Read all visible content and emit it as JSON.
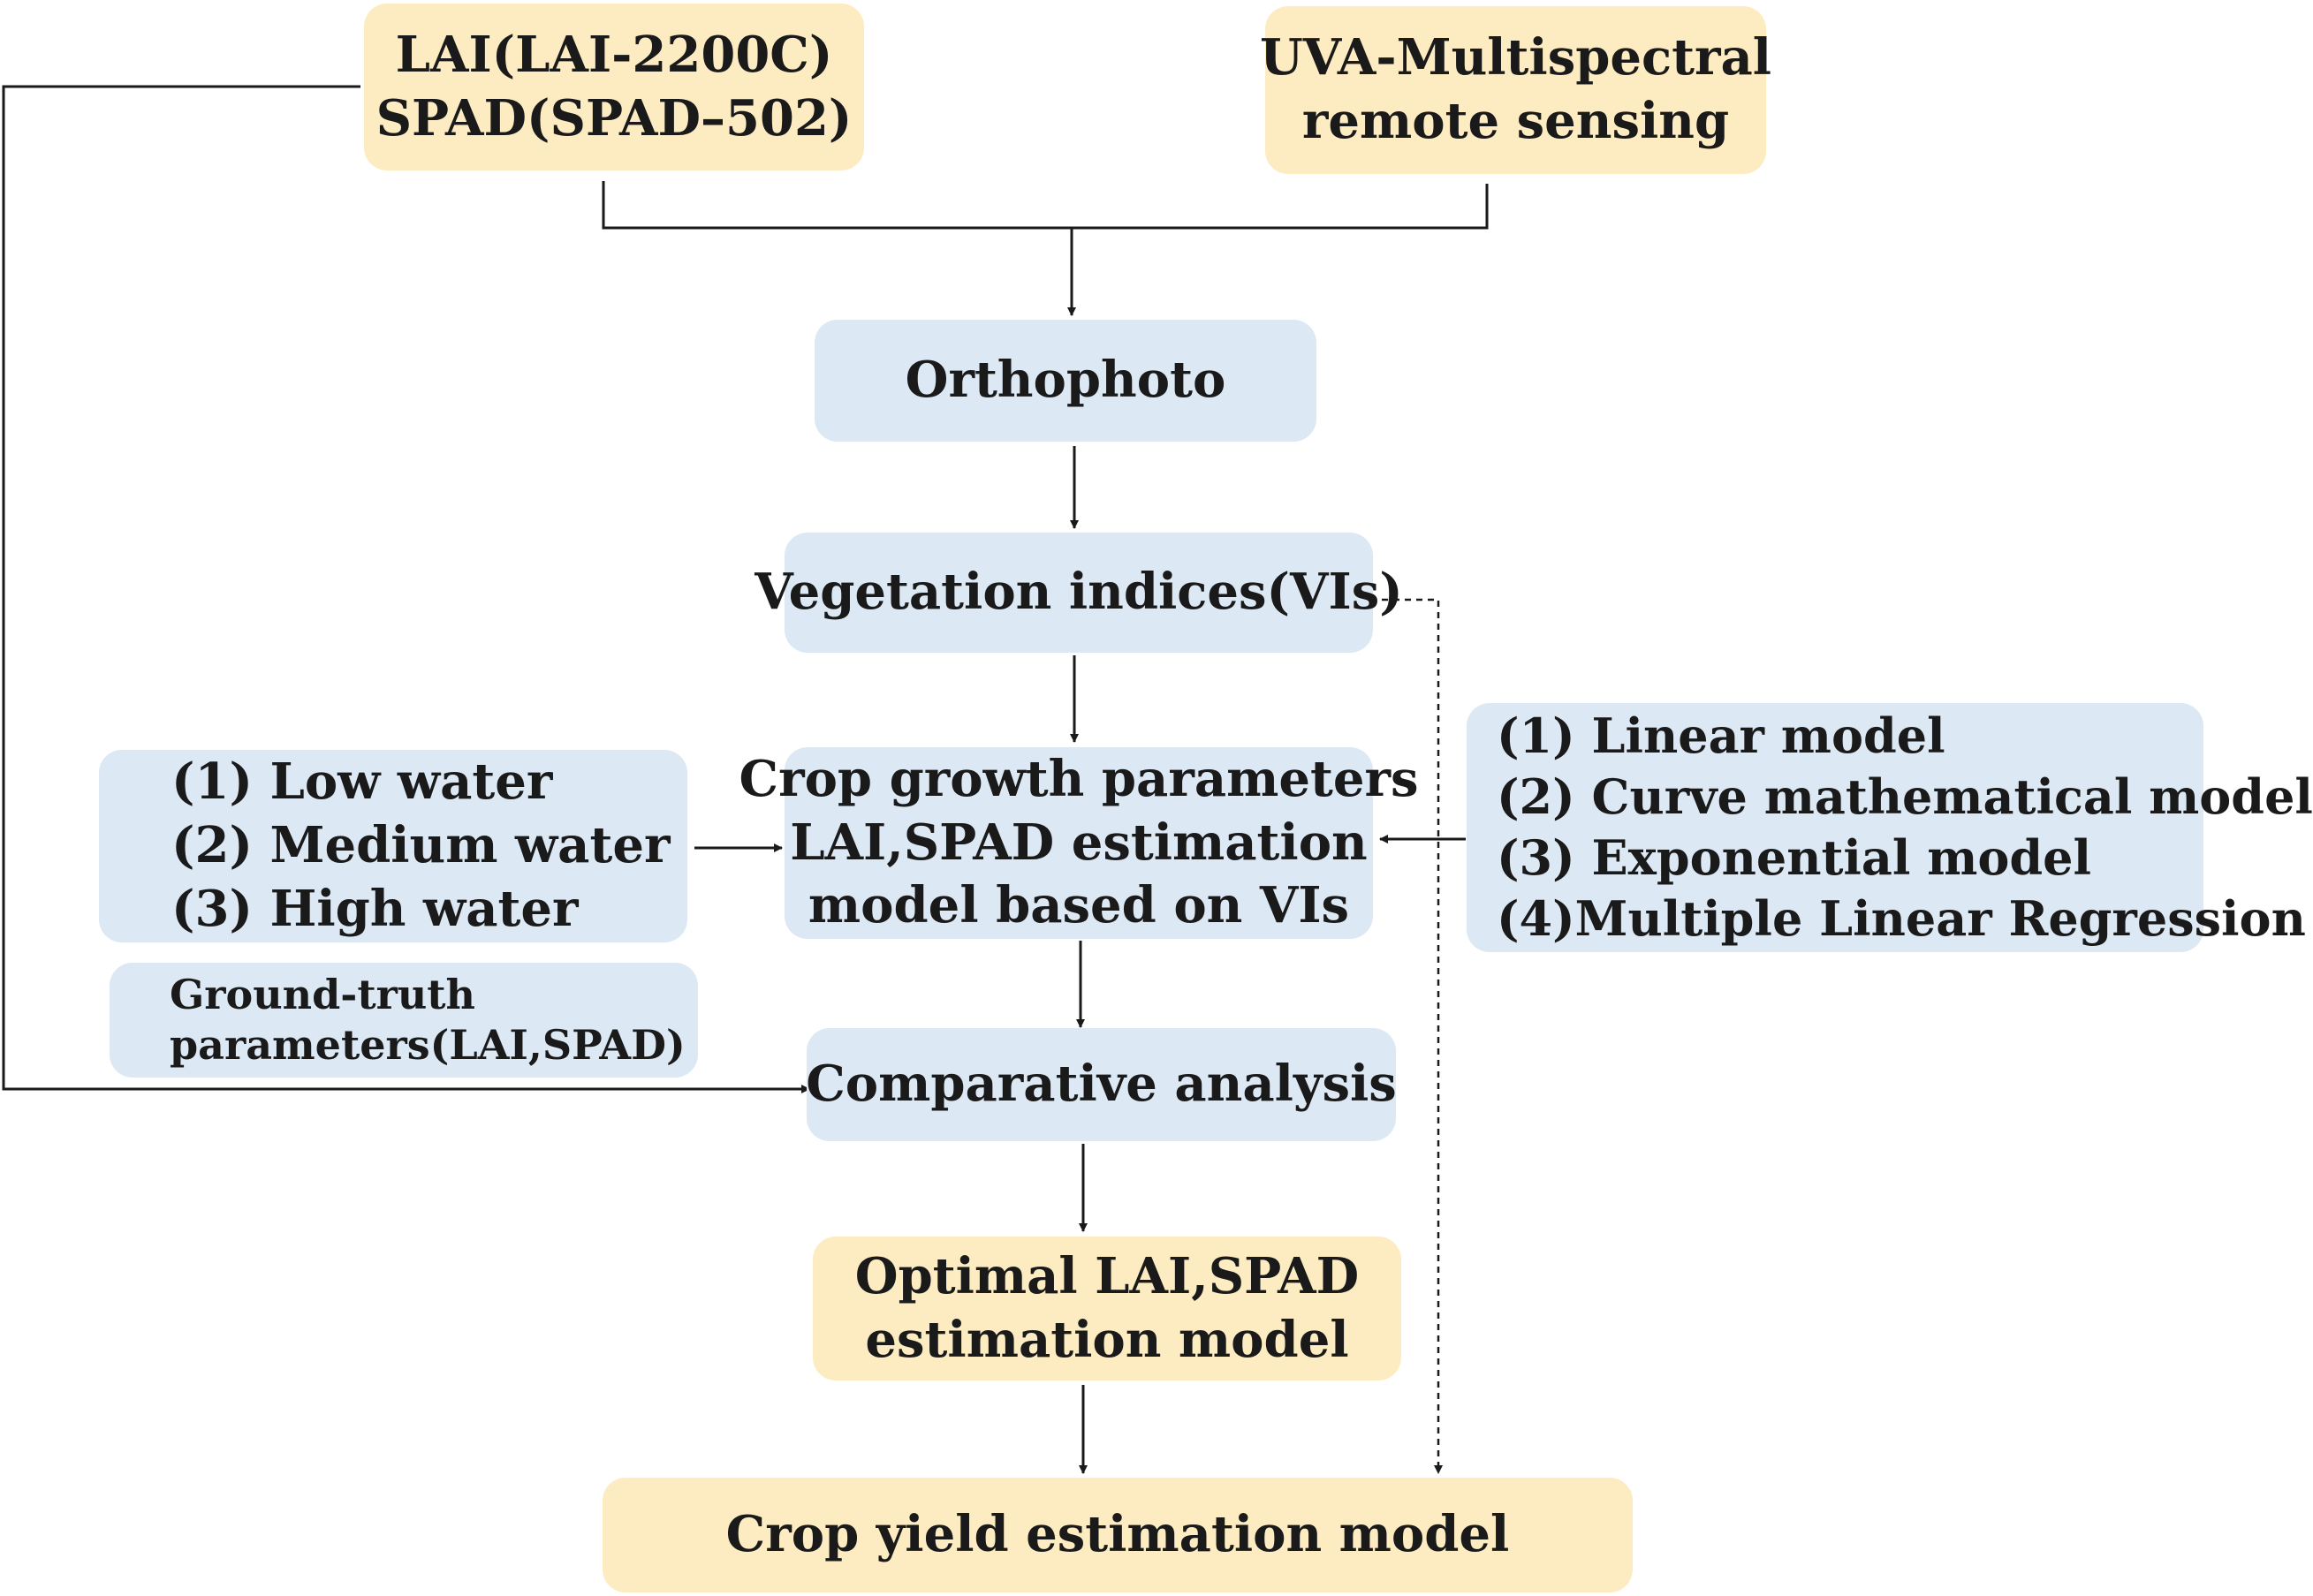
{
  "nodes": {
    "field_measurements": {
      "lines": [
        "LAI(LAI-2200C)",
        "SPAD(SPAD–502)"
      ]
    },
    "uav_sensing": {
      "lines": [
        "UVA-Multispectral",
        "remote sensing"
      ]
    },
    "orthophoto": {
      "lines": [
        "Orthophoto"
      ]
    },
    "vegetation_indices": {
      "lines": [
        "Vegetation indices(VIs)"
      ]
    },
    "water_levels": {
      "lines": [
        "(1) Low water",
        "(2) Medium water",
        "(3) High water"
      ]
    },
    "estimation_model": {
      "lines": [
        "Crop growth parameters",
        "LAI,SPAD estimation",
        "model based on VIs"
      ]
    },
    "model_types": {
      "lines": [
        "(1) Linear model",
        "(2) Curve mathematical model",
        "(3) Exponential model",
        "(4)Multiple Linear Regression"
      ]
    },
    "ground_truth": {
      "lines": [
        "Ground-truth",
        "parameters(LAI,SPAD)"
      ]
    },
    "comparative_analysis": {
      "lines": [
        "Comparative analysis"
      ]
    },
    "optimal_model": {
      "lines": [
        "Optimal LAI,SPAD",
        "estimation model"
      ]
    },
    "yield_model": {
      "lines": [
        "Crop yield estimation model"
      ]
    }
  },
  "colors": {
    "input_output_box": "#fdecc2",
    "process_box": "#dce8f4",
    "connector": "#1a1a1a"
  }
}
